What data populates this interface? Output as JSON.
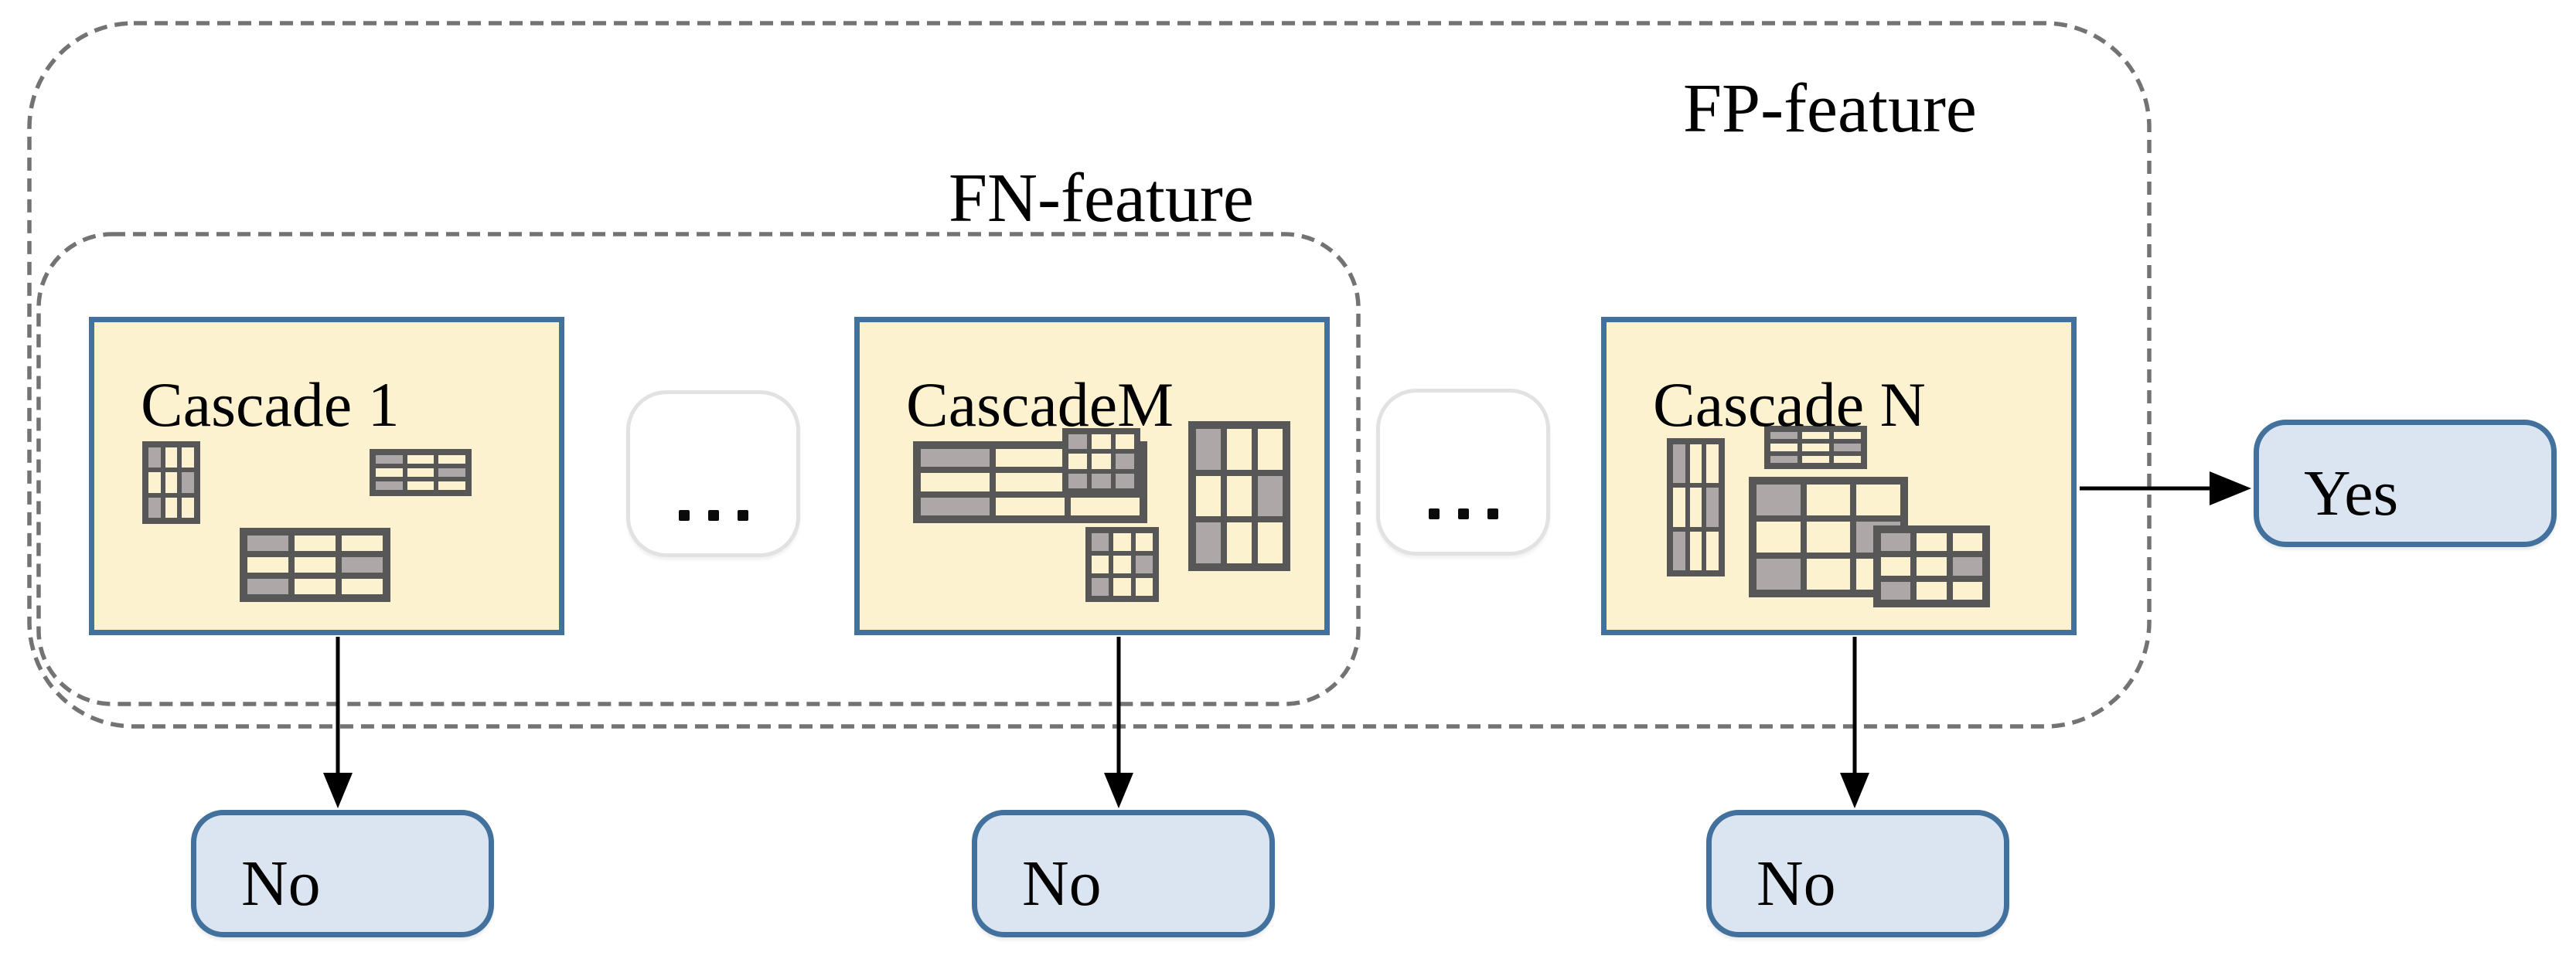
{
  "groups": {
    "fp": {
      "label": "FP-feature"
    },
    "fn": {
      "label": "FN-feature"
    }
  },
  "cascades": [
    {
      "label": "Cascade 1",
      "grids": [
        {
          "name": "tall-3x3-grid",
          "pattern": [
            [
              1,
              0,
              0
            ],
            [
              0,
              0,
              1
            ],
            [
              1,
              0,
              0
            ]
          ]
        },
        {
          "name": "wide-3x3-grid",
          "pattern": [
            [
              1,
              0,
              0
            ],
            [
              0,
              0,
              1
            ],
            [
              1,
              0,
              0
            ]
          ]
        },
        {
          "name": "large-3x3-grid",
          "pattern": [
            [
              1,
              0,
              0
            ],
            [
              0,
              0,
              1
            ],
            [
              1,
              0,
              0
            ]
          ]
        }
      ]
    },
    {
      "label": "CascadeM",
      "grids": [
        {
          "name": "wide-3x3-grid",
          "pattern": [
            [
              1,
              0,
              0
            ],
            [
              0,
              0,
              1
            ],
            [
              1,
              0,
              0
            ]
          ]
        },
        {
          "name": "small-3x3-overlap-grid",
          "pattern": [
            [
              1,
              0,
              0
            ],
            [
              0,
              0,
              1
            ],
            [
              1,
              1,
              1
            ]
          ]
        },
        {
          "name": "small-3x3-grid",
          "pattern": [
            [
              1,
              0,
              0
            ],
            [
              0,
              0,
              1
            ],
            [
              1,
              0,
              0
            ]
          ]
        },
        {
          "name": "tall-3x3-grid",
          "pattern": [
            [
              1,
              0,
              0
            ],
            [
              0,
              0,
              1
            ],
            [
              1,
              0,
              0
            ]
          ]
        }
      ]
    },
    {
      "label": "Cascade N",
      "grids": [
        {
          "name": "tall-3x3-grid",
          "pattern": [
            [
              1,
              0,
              0
            ],
            [
              0,
              0,
              1
            ],
            [
              1,
              0,
              0
            ]
          ]
        },
        {
          "name": "wide-small-3x3-grid",
          "pattern": [
            [
              1,
              0,
              0
            ],
            [
              0,
              0,
              1
            ],
            [
              1,
              0,
              0
            ]
          ]
        },
        {
          "name": "large-3x3-grid",
          "pattern": [
            [
              1,
              0,
              0
            ],
            [
              0,
              0,
              1
            ],
            [
              1,
              0,
              0
            ]
          ]
        },
        {
          "name": "medium-3x3-overlap-grid",
          "pattern": [
            [
              1,
              0,
              0
            ],
            [
              0,
              0,
              1
            ],
            [
              1,
              0,
              0
            ]
          ]
        }
      ]
    }
  ],
  "ellipsis": {
    "dot_count": 3,
    "symbol": "..."
  },
  "results": {
    "yes": "Yes",
    "no": "No"
  },
  "colors": {
    "cascade_fill": "#FCF2D0",
    "cascade_border": "#41719C",
    "grid_line": "#575757",
    "gray_cell": "#ADA7A7",
    "result_fill": "#DBE5F1",
    "result_border": "#41719C",
    "ellipsis_border": "#E2E2E2",
    "dash": "#737373",
    "arrow": "#000000"
  }
}
